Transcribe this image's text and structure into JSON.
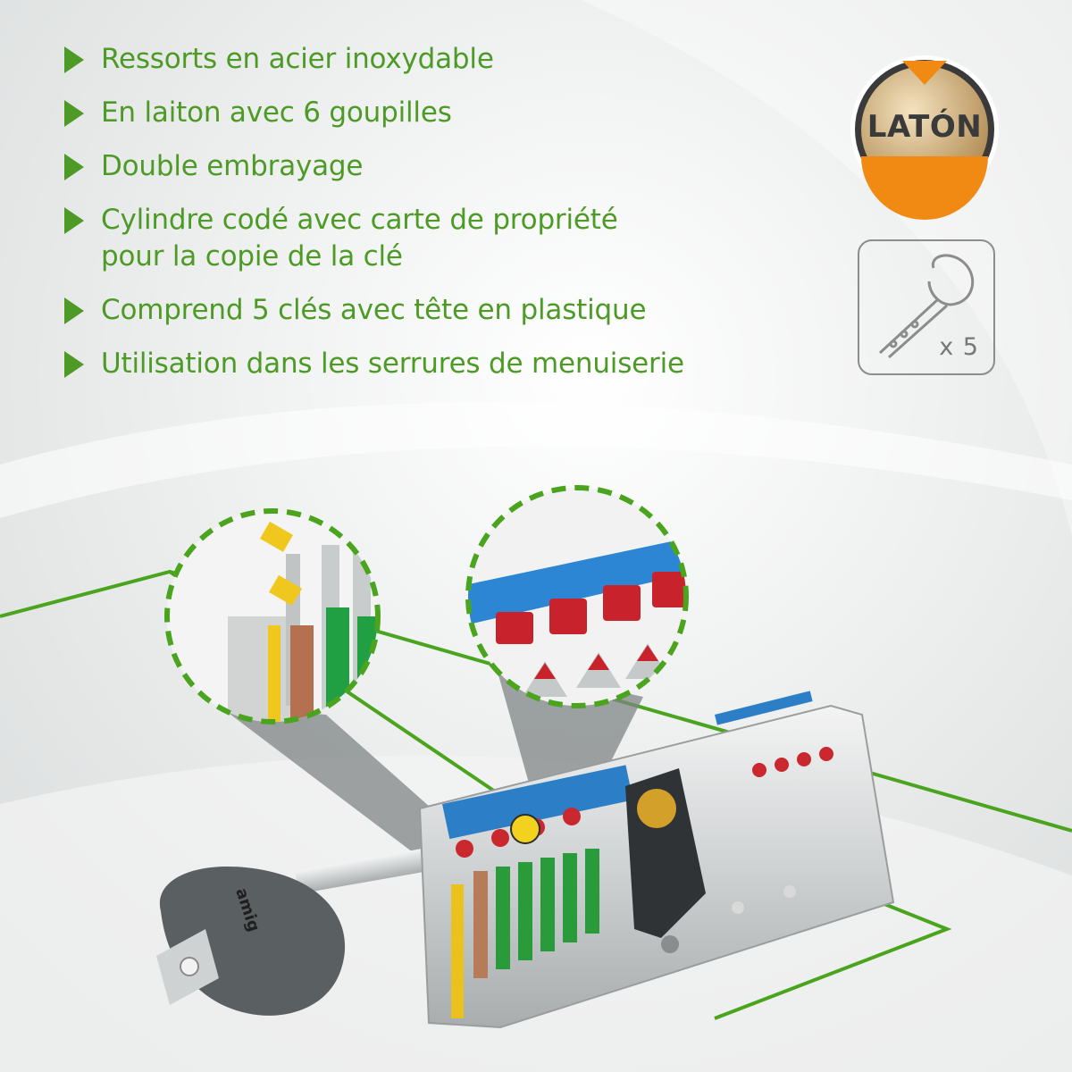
{
  "features": [
    {
      "lines": [
        "Ressorts en acier inoxydable"
      ]
    },
    {
      "lines": [
        "En laiton avec 6 goupilles"
      ]
    },
    {
      "lines": [
        "Double embrayage"
      ]
    },
    {
      "lines": [
        "Cylindre codé avec carte de propriété",
        "pour la copie de la clé"
      ]
    },
    {
      "lines": [
        "Comprend 5 clés avec tête en plastique"
      ]
    },
    {
      "lines": [
        "Utilisation dans les serrures de menuiserie"
      ]
    }
  ],
  "badge": {
    "label": "LATÓN"
  },
  "keys_box": {
    "count_label": "x 5",
    "icon": "key-icon"
  },
  "key_brand": "amig",
  "colors": {
    "accent_green": "#4d9a26",
    "badge_orange": "#f08a12",
    "badge_gold": "#c9a874"
  }
}
